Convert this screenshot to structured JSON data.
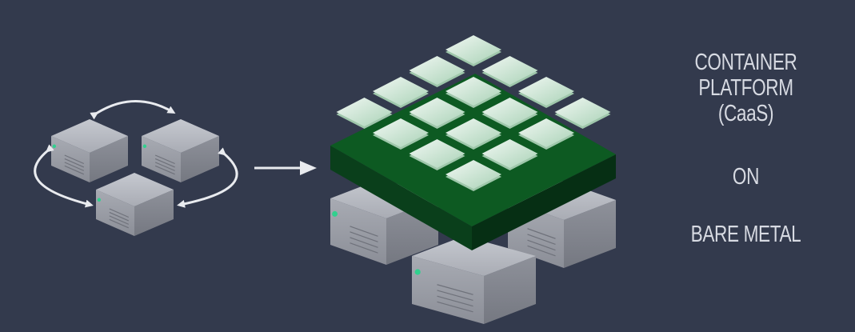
{
  "labels": {
    "line1": "CONTAINER",
    "line2": "PLATFORM",
    "line3": "(CaaS)",
    "on": "ON",
    "bare_metal": "BARE METAL"
  },
  "colors": {
    "background": "#333a4d",
    "server_top": "#b9bcc4",
    "server_side": "#8f929b",
    "platform_top": "#0d5a22",
    "platform_side": "#07381a",
    "tile": "#d6ecdc",
    "led": "#31d08e",
    "arrow": "#e9ebef",
    "text": "#d7dae2"
  },
  "icons": {
    "server": "server-icon",
    "cycle_arrows": "cycle-arrows-icon",
    "flow_arrow": "right-arrow-icon",
    "tile_grid": "container-grid-icon"
  }
}
